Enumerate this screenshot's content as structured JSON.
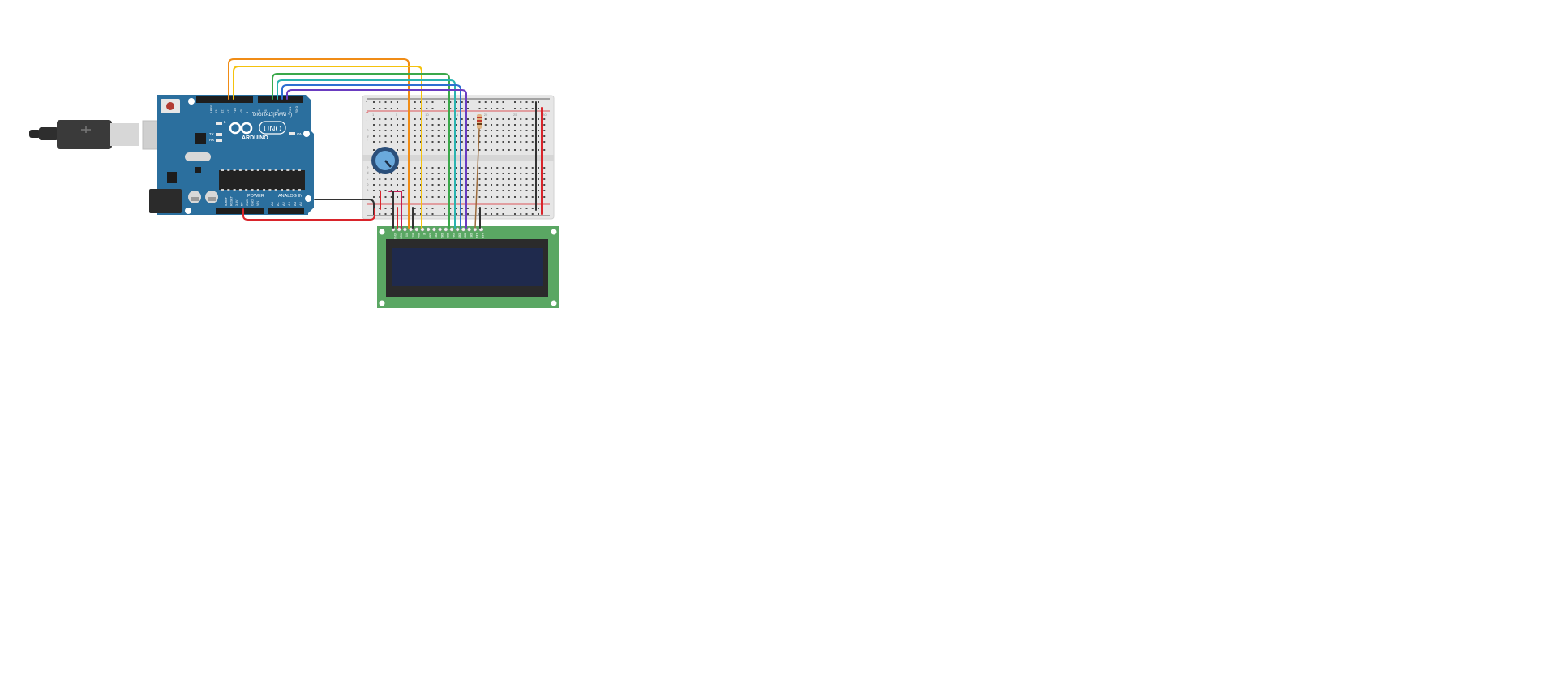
{
  "arduino": {
    "brand": "ARDUINO",
    "model": "UNO",
    "digital_label": "DIGITAL (PWM ~)",
    "power_label": "POWER",
    "analog_label": "ANALOG IN",
    "aref_label": "AREF",
    "gnd_label": "GND",
    "on_label": "ON",
    "l_label": "L",
    "tx_label": "TX",
    "rx_label": "RX",
    "ioref_label": "IOREF",
    "reset_label": "RESET",
    "v33_label": "3.3V",
    "v5_label": "5V",
    "vin_label": "VIN",
    "digital_pins": [
      "13",
      "12",
      "~11",
      "~10",
      "~9",
      "8",
      "7",
      "~6",
      "~5",
      "4",
      "~3",
      "2",
      "TX 1",
      "RX 0"
    ],
    "analog_pins": [
      "A0",
      "A1",
      "A2",
      "A3",
      "A4",
      "A5"
    ]
  },
  "breadboard": {
    "cols_top": [
      "1",
      "5",
      "10",
      "15",
      "20",
      "25",
      "30"
    ],
    "rows_top": [
      "j",
      "i",
      "h",
      "g",
      "f"
    ],
    "rows_bottom": [
      "e",
      "d",
      "c",
      "b",
      "a"
    ],
    "rail_plus": "+",
    "rail_minus": "-"
  },
  "lcd": {
    "pins": [
      "GND",
      "VCC",
      "V0",
      "RS",
      "RW",
      "E",
      "DB0",
      "DB1",
      "DB2",
      "DB3",
      "DB4",
      "DB5",
      "DB6",
      "DB7",
      "LED",
      "LED"
    ]
  },
  "colors": {
    "board": "#2b6f9e",
    "lcd_pcb": "#5aa763",
    "lcd_screen": "#1f2a4d",
    "wire_orange": "#f08c16",
    "wire_yellow": "#f4c20d",
    "wire_green": "#3aa84a",
    "wire_teal": "#2bb3b0",
    "wire_blue": "#2d6fd1",
    "wire_purple": "#6a3cc0",
    "wire_red": "#d9242b",
    "wire_black": "#333333",
    "wire_magenta": "#c21e56",
    "wire_brown": "#9c6b3c"
  }
}
